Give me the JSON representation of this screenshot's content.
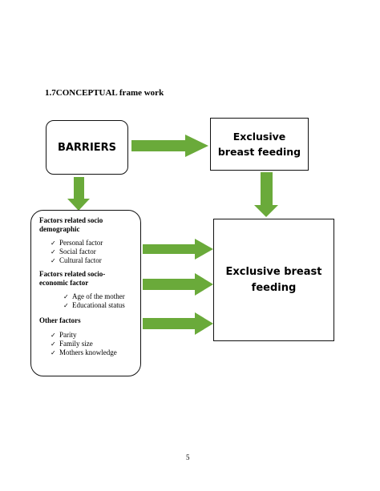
{
  "heading": "1.7CONCEPTUAL frame work",
  "barriers": "BARRIERS",
  "ebf_top": {
    "line1": "Exclusive",
    "line2": "breast feeding"
  },
  "factors": {
    "group1": {
      "title_line1": "Factors related socio",
      "title_line2": "demographic",
      "items": [
        "Personal factor",
        "Social factor",
        "Cultural factor"
      ]
    },
    "group2": {
      "title_line1": "Factors related socio-",
      "title_line2": "economic factor",
      "items": [
        "Age of the mother",
        "Educational status"
      ]
    },
    "group3": {
      "title": "Other factors",
      "items": [
        "Parity",
        "Family size",
        "Mothers knowledge"
      ]
    }
  },
  "ebf_main": {
    "line1": "Exclusive breast",
    "line2": "feeding"
  },
  "page_number": "5",
  "arrow_color": "#6aaa3a",
  "check_glyph": "✓"
}
